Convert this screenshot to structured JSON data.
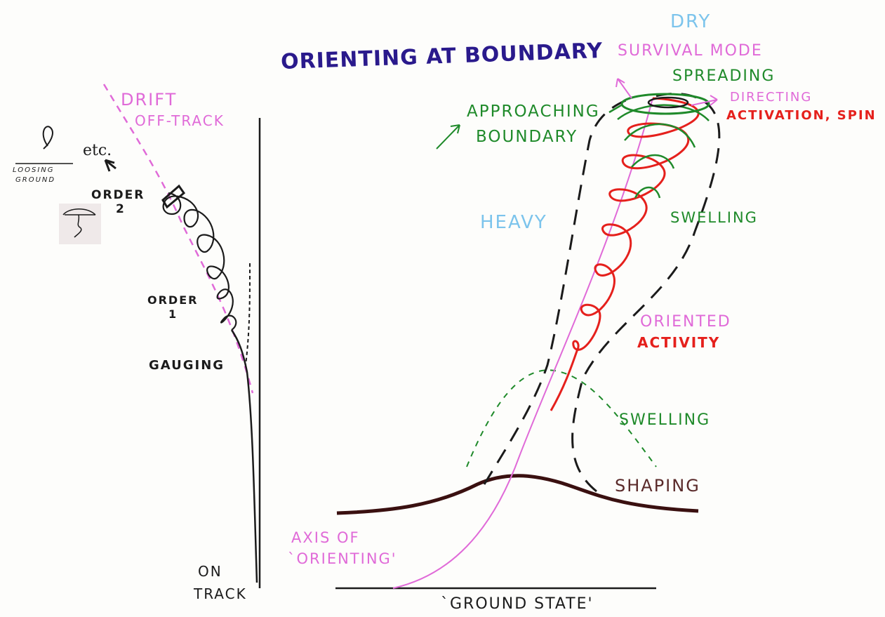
{
  "title": "ORIENTING AT BOUNDARY",
  "labels": {
    "dry": "DRY",
    "survival_mode": "SURVIVAL MODE",
    "spreading": "SPREADING",
    "directing": "DIRECTING",
    "activation_spin": "ACTIVATION, SPIN",
    "approaching": "APPROACHING",
    "boundary": "BOUNDARY",
    "heavy": "HEAVY",
    "swelling_upper": "SWELLING",
    "oriented": "ORIENTED",
    "activity": "ACTIVITY",
    "swelling_lower": "SWELLING",
    "shaping": "SHAPING",
    "axis_line1": "AXIS OF",
    "axis_line2": "`ORIENTING'",
    "ground_state": "`GROUND STATE'",
    "drift": "DRIFT",
    "off_track": "OFF-TRACK",
    "etc": "etc.",
    "loosing": "LOOSING",
    "ground": "GROUND",
    "order2": "ORDER",
    "order2_num": "2",
    "order1": "ORDER",
    "order1_num": "1",
    "gauging": "GAUGING",
    "on": "ON",
    "track": "TRACK"
  },
  "colors": {
    "title": "#2a1a8c",
    "pink": "#e06ad8",
    "green": "#1f8a2a",
    "red": "#e5201c",
    "blue": "#7cc4ec",
    "black": "#1b1b1b",
    "brown": "#5a2a2a"
  }
}
